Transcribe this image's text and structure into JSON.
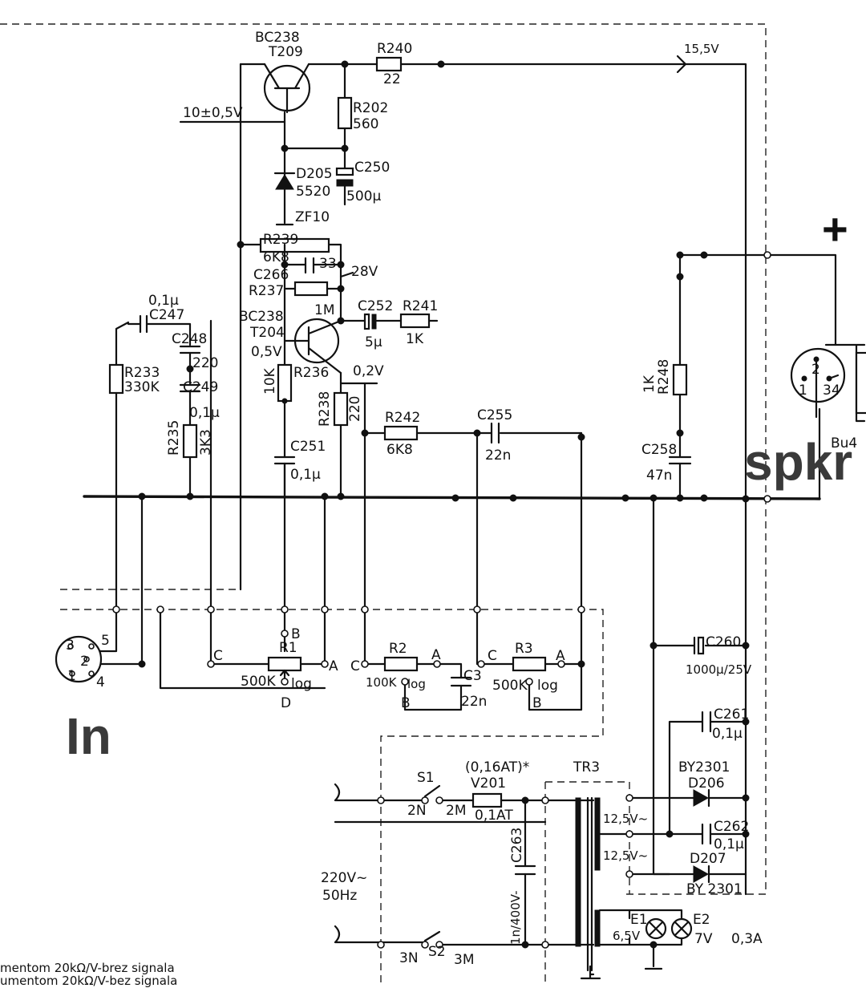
{
  "annotations": {
    "plus": "+",
    "spkr": "spkr",
    "input": "In"
  },
  "voltages": {
    "rail": "15,5V",
    "reg": "10±0,5V",
    "t204_c": "28V",
    "t204_b": "0,5V",
    "t204_e": "0,2V"
  },
  "transistors": {
    "t209": [
      "BC238",
      "T209"
    ],
    "t204": [
      "BC238",
      "T204"
    ]
  },
  "labels": {
    "r240": [
      "R240",
      "22"
    ],
    "r202": [
      "R202",
      "560"
    ],
    "d205": [
      "D205",
      "5520",
      "ZF10"
    ],
    "c250": [
      "C250",
      "500μ"
    ],
    "r239": [
      "R239",
      "6K8"
    ],
    "c266": [
      "C266",
      "33"
    ],
    "r237": [
      "R237",
      "1M"
    ],
    "c252": [
      "C252",
      "5μ"
    ],
    "r241": [
      "R241",
      "1K"
    ],
    "c247": [
      "0,1μ",
      "C247"
    ],
    "c248": [
      "C248",
      "220"
    ],
    "c249": [
      "C249",
      "0,1μ"
    ],
    "r233": [
      "R233",
      "330K"
    ],
    "r235": [
      "R235",
      "3K3"
    ],
    "r236": [
      "10K",
      "R236"
    ],
    "r238": [
      "R238",
      "220"
    ],
    "c251": [
      "C251",
      "0,1μ"
    ],
    "r242": [
      "R242",
      "6K8"
    ],
    "c255": [
      "C255",
      "22n"
    ],
    "r248": [
      "1K",
      "R248"
    ],
    "c258": [
      "C258",
      "47n"
    ],
    "bu4": [
      "Bu4",
      "2",
      "1",
      "3",
      "4"
    ],
    "r1": [
      "R1",
      "500K",
      "log",
      "C",
      "A",
      "B",
      "D"
    ],
    "r2": [
      "R2",
      "100K",
      "log",
      "C",
      "A",
      "B"
    ],
    "c3": [
      "C3",
      "22n"
    ],
    "r3": [
      "R3",
      "500K",
      "log",
      "C",
      "A",
      "B"
    ],
    "din": [
      "3",
      "2",
      "1",
      "5",
      "4"
    ],
    "c260": [
      "C260",
      "1000μ/25V"
    ],
    "c261": [
      "C261",
      "0,1μ"
    ],
    "d206": [
      "BY2301",
      "D206"
    ],
    "c262": [
      "C262",
      "0,1μ"
    ],
    "d207": [
      "D207",
      "BY 2301"
    ],
    "tr3": "TR3",
    "sec": [
      "12,5V~",
      "12,5V~"
    ],
    "s1": [
      "S1",
      "2N",
      "2M"
    ],
    "v201": [
      "(0,16AT)*",
      "V201",
      "0,1AT"
    ],
    "c263": [
      "C263",
      "1n/400V-"
    ],
    "mains": [
      "220V~",
      "50Hz"
    ],
    "s2": [
      "3N",
      "S2",
      "3M"
    ],
    "lamps": [
      "E1",
      "6,5V",
      "E2",
      "7V",
      "0,3A"
    ]
  },
  "footnote": [
    "mentom 20kΩ/V-brez signala",
    "umentom 20kΩ/V-bez signala"
  ]
}
